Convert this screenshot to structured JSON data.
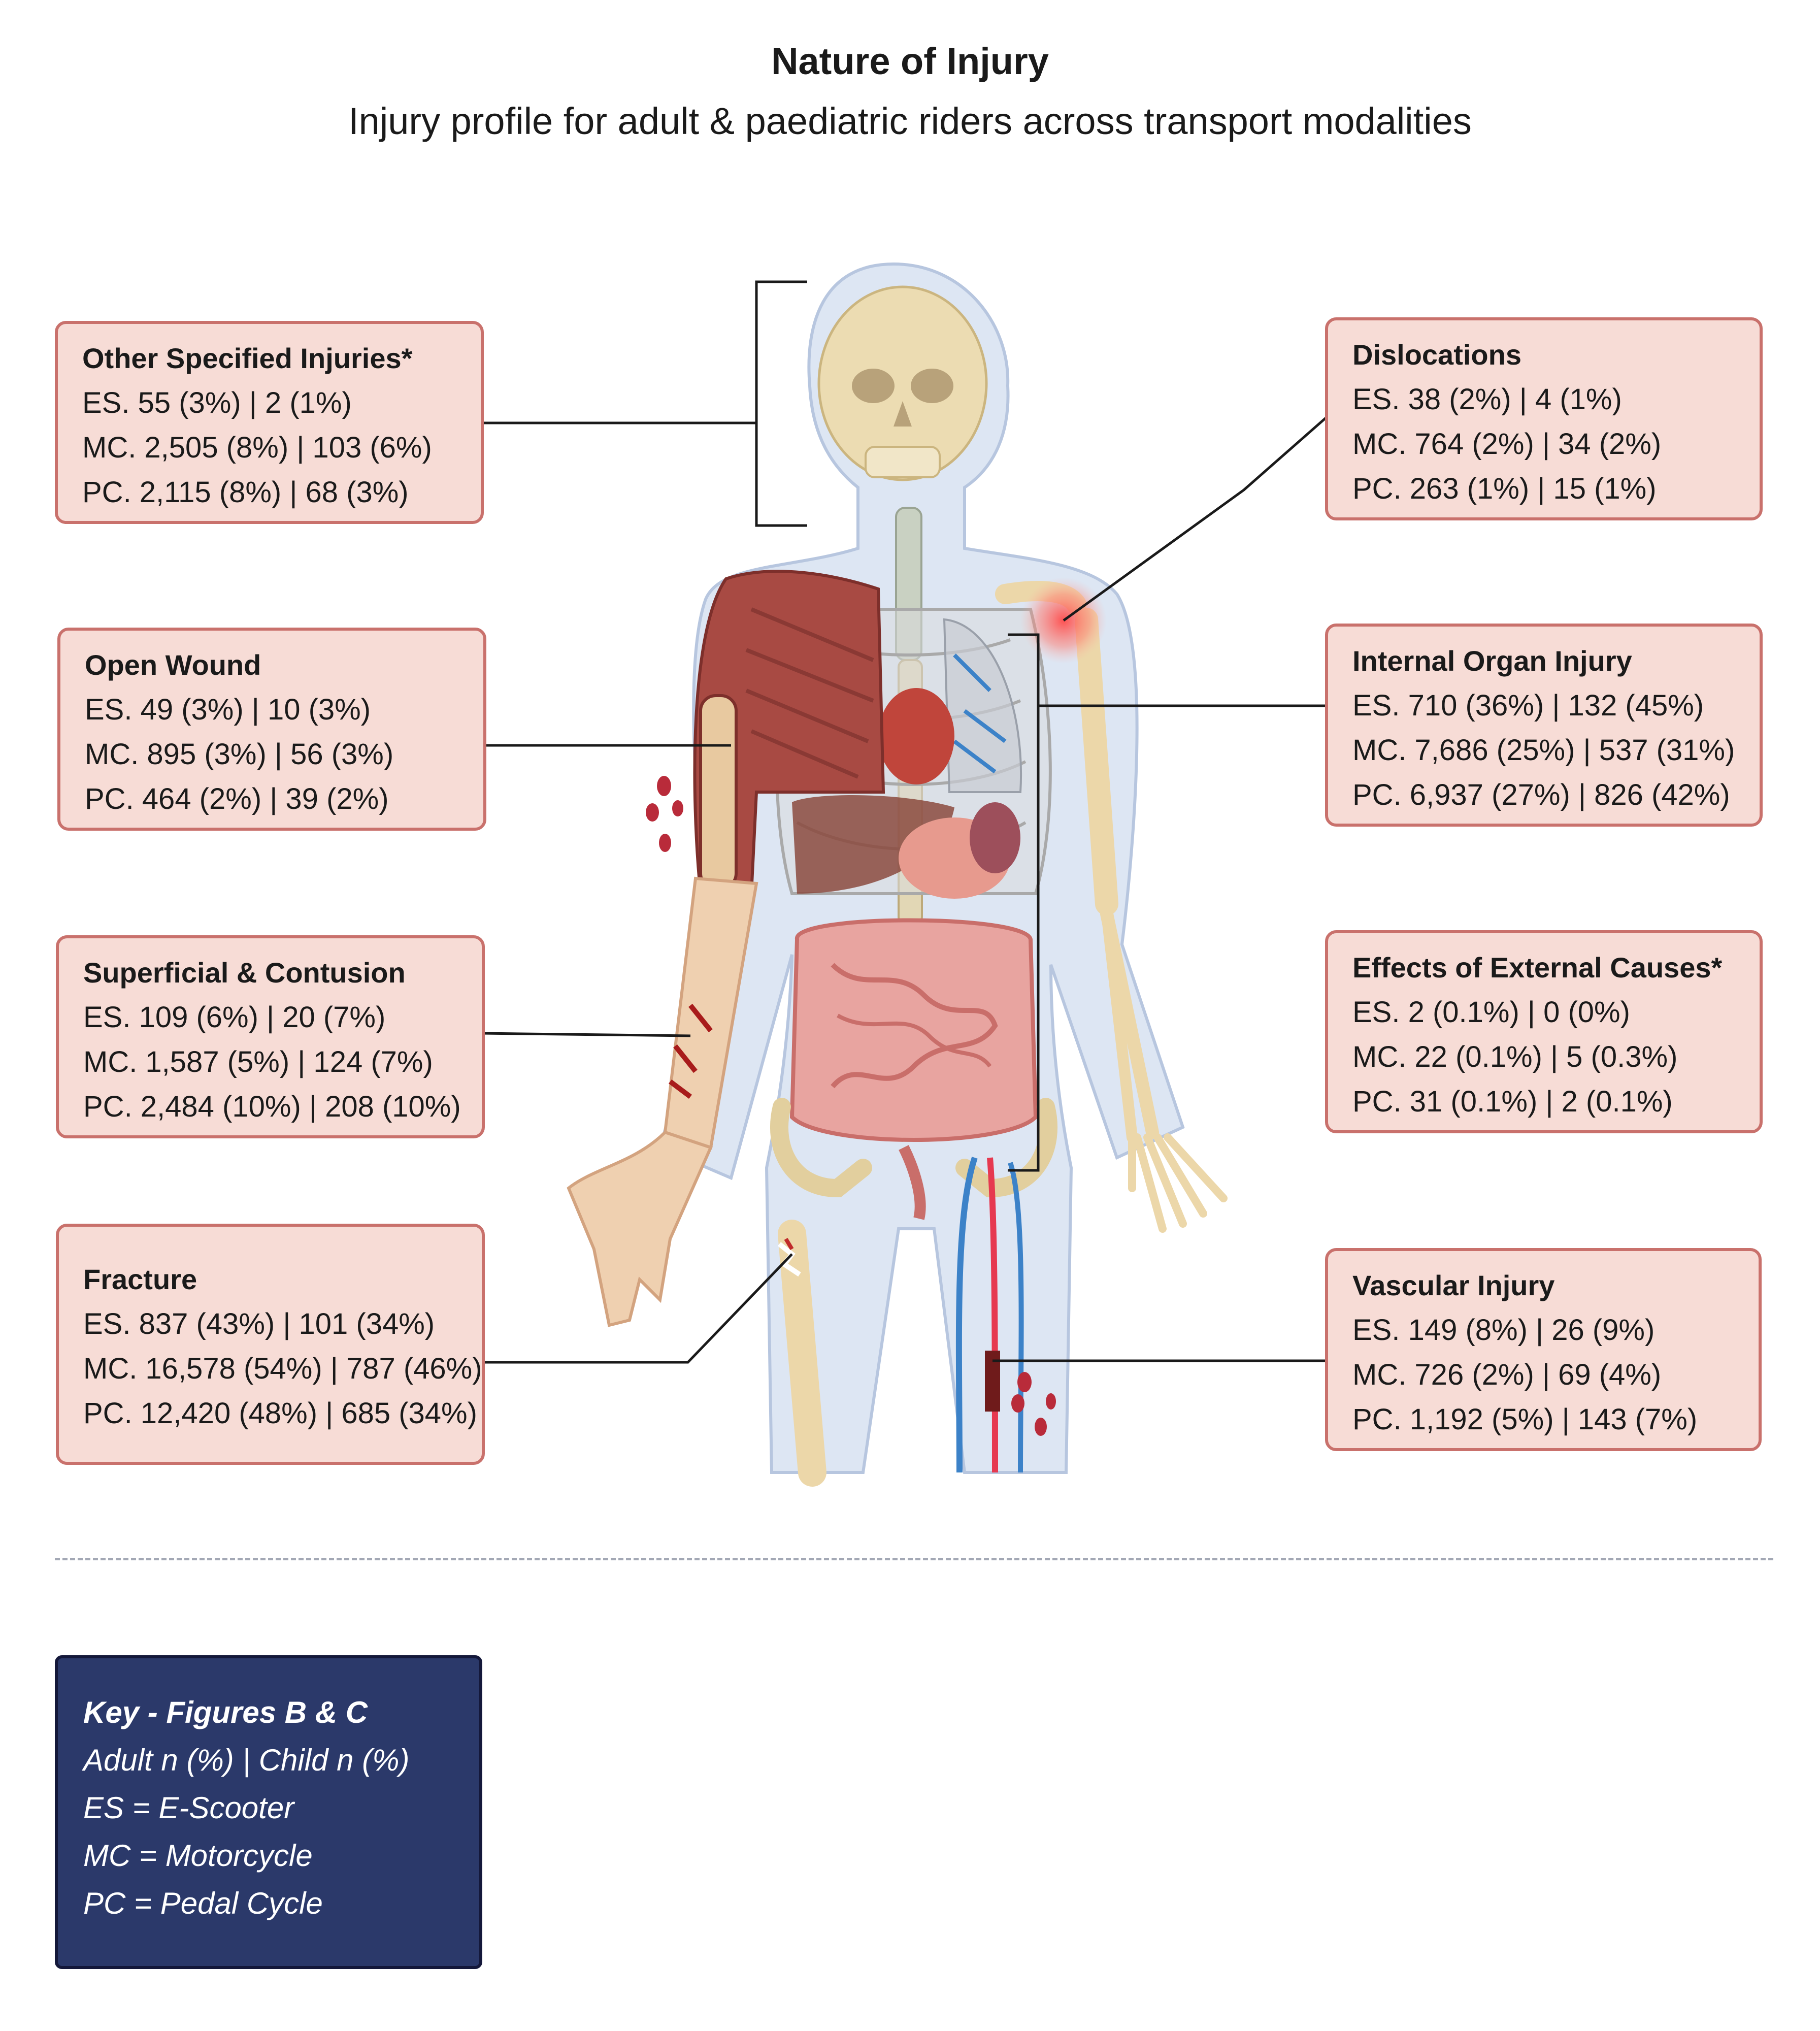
{
  "header": {
    "title": "Nature of Injury",
    "subtitle": "Injury profile for adult & paediatric riders across transport modalities"
  },
  "boxes": {
    "other_specified": {
      "title": "Other Specified Injuries*",
      "es": "ES. 55 (3%) | 2 (1%)",
      "mc": "MC. 2,505 (8%) | 103 (6%)",
      "pc": "PC. 2,115 (8%) | 68 (3%)"
    },
    "open_wound": {
      "title": "Open Wound",
      "es": "ES. 49 (3%) | 10 (3%)",
      "mc": "MC. 895 (3%) | 56 (3%)",
      "pc": "PC. 464 (2%) | 39 (2%)"
    },
    "superficial": {
      "title": "Superficial & Contusion",
      "es": "ES. 109 (6%) | 20 (7%)",
      "mc": "MC. 1,587 (5%) | 124 (7%)",
      "pc": "PC. 2,484 (10%) | 208 (10%)"
    },
    "fracture": {
      "title": "Fracture",
      "es": "ES. 837 (43%) | 101 (34%)",
      "mc": "MC. 16,578 (54%) | 787 (46%)",
      "pc": "PC. 12,420 (48%) | 685 (34%)"
    },
    "dislocations": {
      "title": "Dislocations",
      "es": "ES. 38 (2%) | 4 (1%)",
      "mc": "MC. 764 (2%) | 34 (2%)",
      "pc": "PC. 263 (1%) | 15 (1%)"
    },
    "internal_organ": {
      "title": "Internal Organ Injury",
      "es": "ES. 710 (36%) | 132 (45%)",
      "mc": "MC. 7,686 (25%) | 537 (31%)",
      "pc": "PC. 6,937 (27%) | 826 (42%)"
    },
    "external_causes": {
      "title": "Effects of External Causes*",
      "es": "ES. 2 (0.1%) | 0 (0%)",
      "mc": "MC. 22 (0.1%) | 5 (0.3%)",
      "pc": "PC. 31 (0.1%) | 2 (0.1%)"
    },
    "vascular": {
      "title": "Vascular Injury",
      "es": "ES. 149 (8%) | 26 (9%)",
      "mc": "MC.  726 (2%) | 69 (4%)",
      "pc": "PC. 1,192 (5%) | 143 (7%)"
    }
  },
  "key": {
    "title": "Key - Figures B & C",
    "lines": [
      "Adult n (%) | Child n (%)",
      "ES = E-Scooter",
      "MC = Motorcycle",
      "PC = Pedal Cycle"
    ]
  },
  "colors": {
    "box_fill": "#f7dcd6",
    "box_border": "#c9716c",
    "key_fill": "#2b396a",
    "bone": "#ecd7a9",
    "muscle": "#a84a43",
    "intestine": "#e8a4a0",
    "artery": "#e63950",
    "vein": "#3c82c8"
  }
}
